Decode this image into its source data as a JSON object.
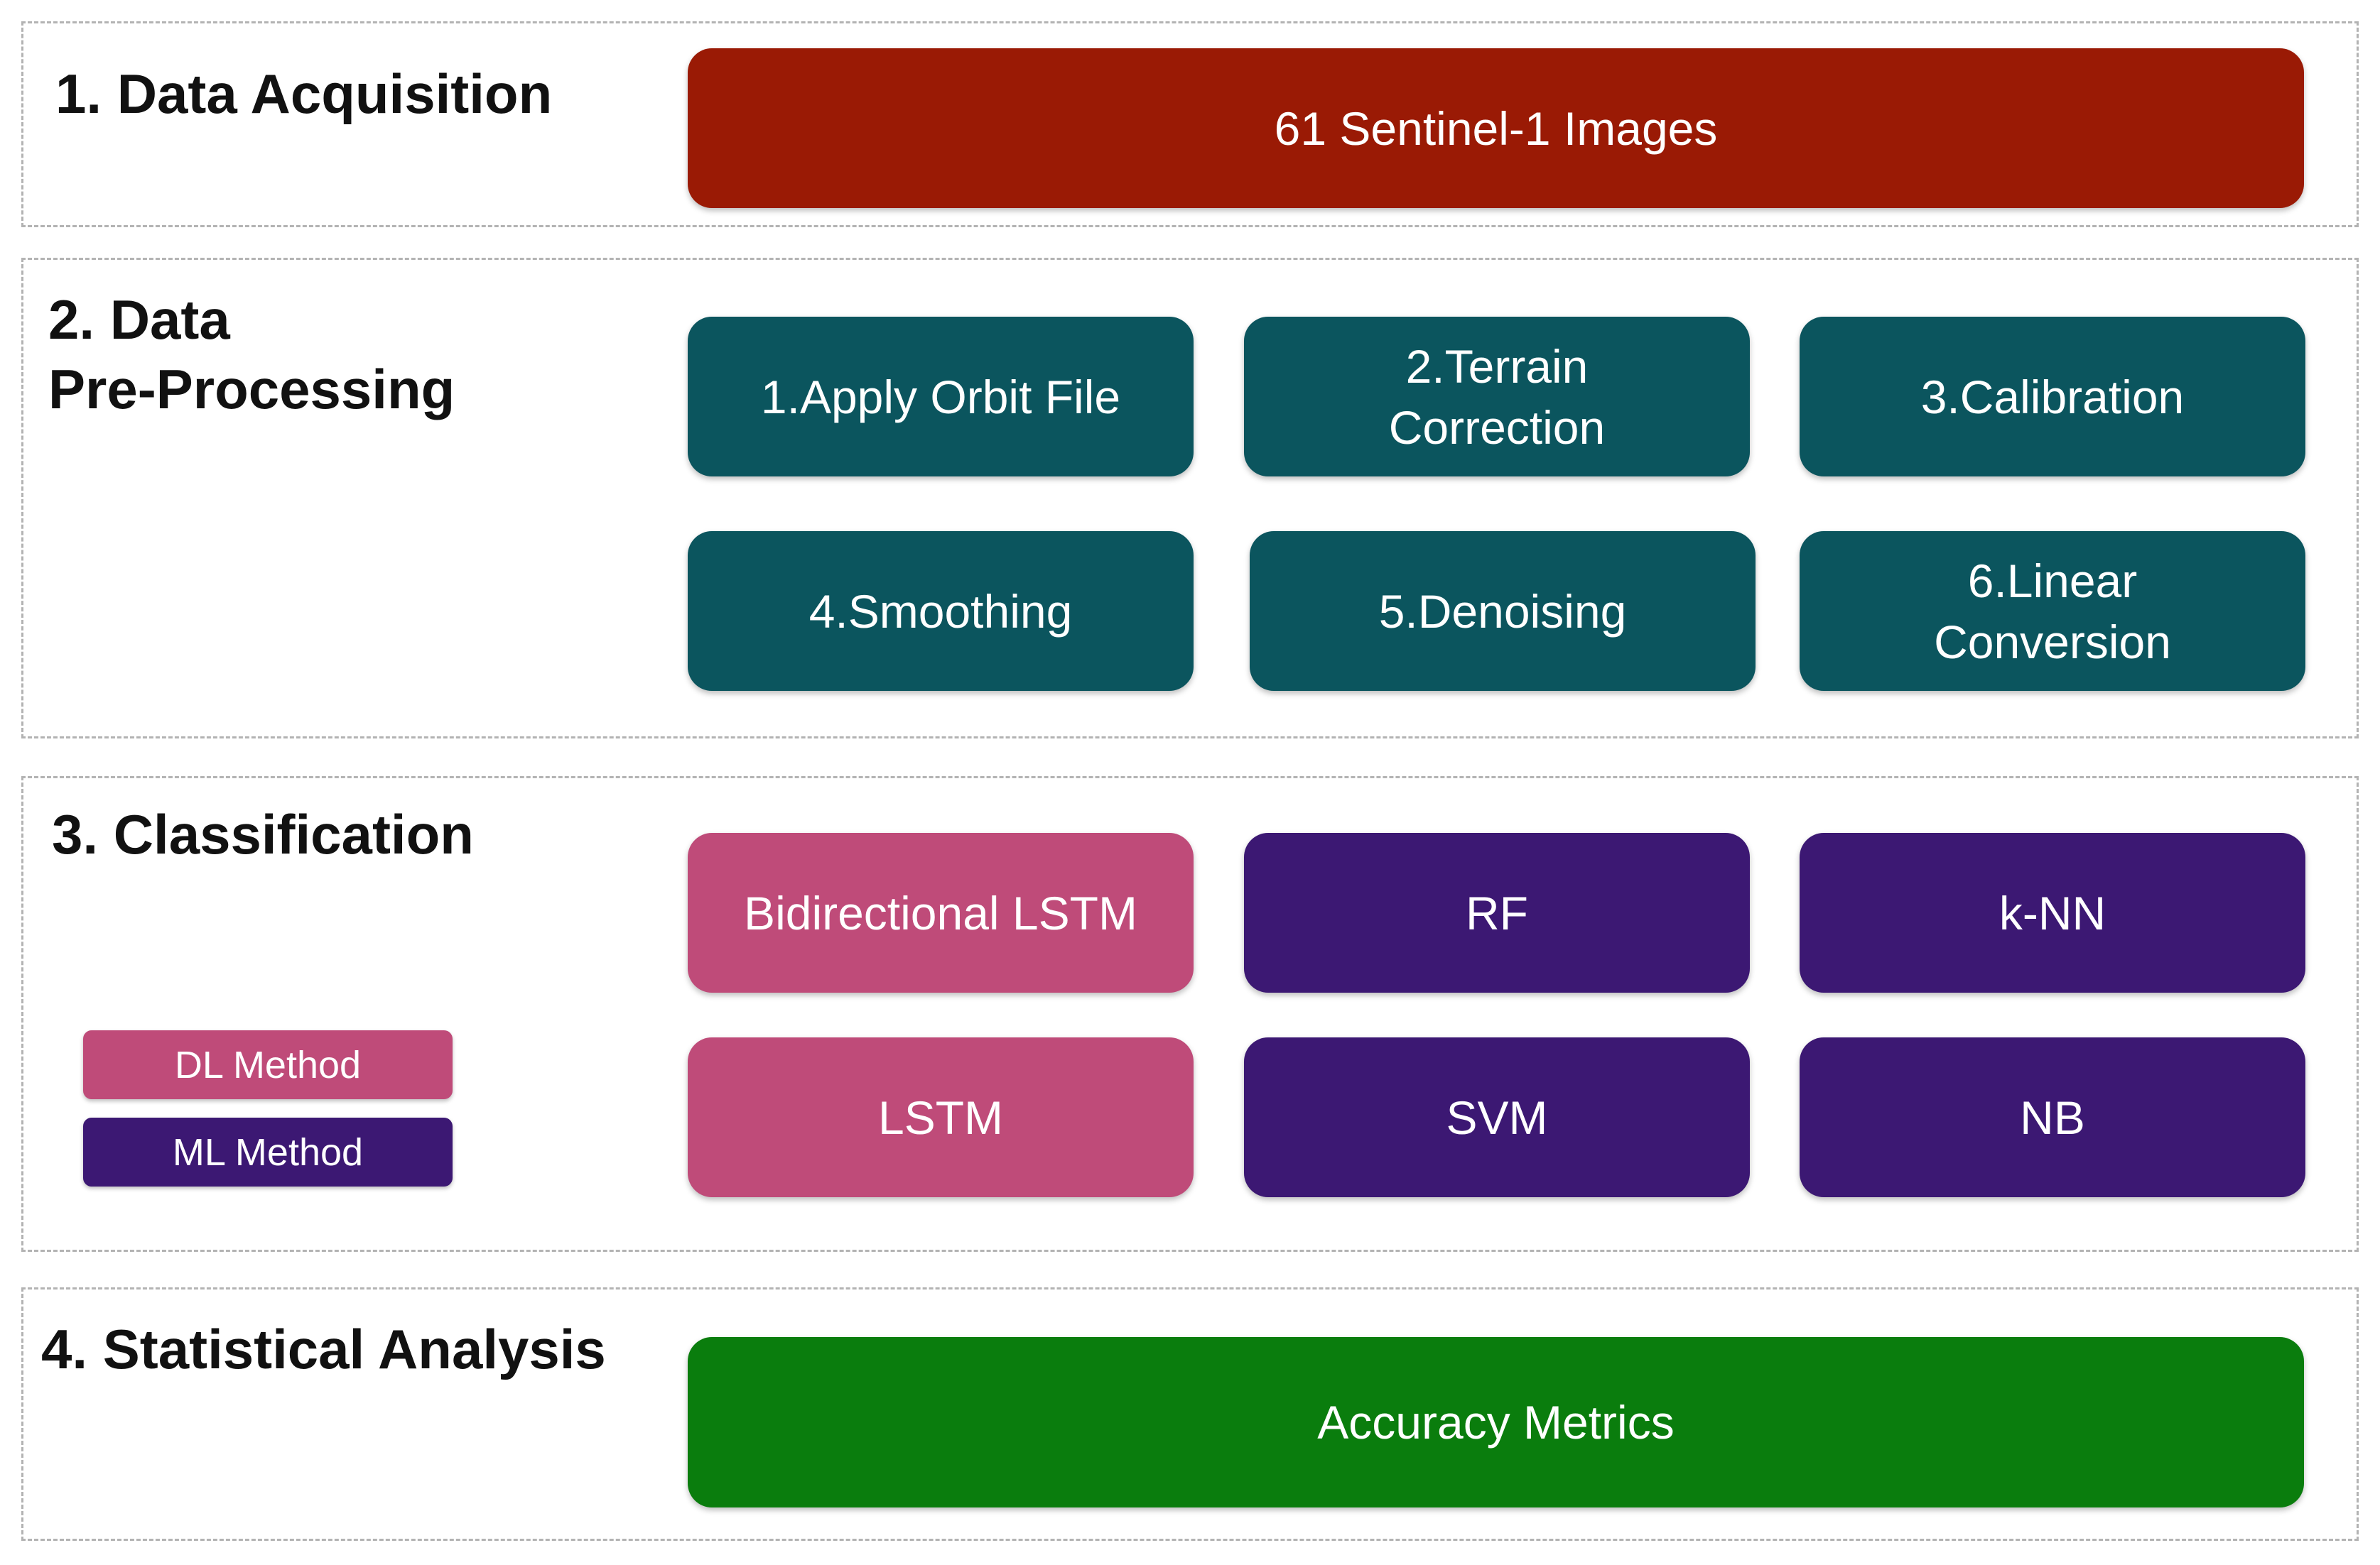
{
  "sections": {
    "acquisition": {
      "title": "1. Data Acquisition",
      "box": "61 Sentinel-1 Images"
    },
    "preprocessing": {
      "title": "2. Data\nPre-Processing",
      "steps": [
        "1.Apply Orbit File",
        "2.Terrain\nCorrection",
        "3.Calibration",
        "4.Smoothing",
        "5.Denoising",
        "6.Linear\nConversion"
      ]
    },
    "classification": {
      "title": "3. Classification",
      "methods": [
        "Bidirectional LSTM",
        "RF",
        "k-NN",
        "LSTM",
        "SVM",
        "NB"
      ],
      "legend": {
        "dl": "DL Method",
        "ml": "ML Method"
      }
    },
    "analysis": {
      "title": "4. Statistical Analysis",
      "box": "Accuracy Metrics"
    }
  },
  "colors": {
    "acquisition": "#9a1a05",
    "preprocessing": "#0b555e",
    "dl_method": "#bf4b79",
    "ml_method": "#3c1873",
    "analysis": "#0a7d0d"
  }
}
